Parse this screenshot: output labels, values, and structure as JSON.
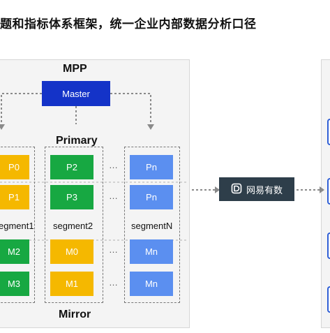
{
  "heading": "题和指标体系框架，统一企业内部数据分析口径",
  "diagram": {
    "mpp_label": "MPP",
    "master_label": "Master",
    "primary_label": "Primary",
    "mirror_label": "Mirror",
    "segments": [
      {
        "label": "egment1",
        "primary": [
          "P0",
          "P1"
        ],
        "mirror": [
          "M2",
          "M3"
        ]
      },
      {
        "label": "segment2",
        "primary": [
          "P2",
          "P3"
        ],
        "mirror": [
          "M0",
          "M1"
        ]
      },
      {
        "label": "segmentN",
        "primary": [
          "Pn",
          "Pn"
        ],
        "mirror": [
          "Mn",
          "Mn"
        ]
      }
    ],
    "ellipsis": "…",
    "connector_label": "网易有数",
    "colors": {
      "master": "#1433c8",
      "primary_seg1": "#f5b800",
      "primary_seg2": "#17a842",
      "primary_segN": "#5b8ff0",
      "mirror_seg1": "#17a842",
      "mirror_seg2": "#f5b800",
      "mirror_segN": "#5b8ff0",
      "connector": "#2e3e4a"
    }
  }
}
